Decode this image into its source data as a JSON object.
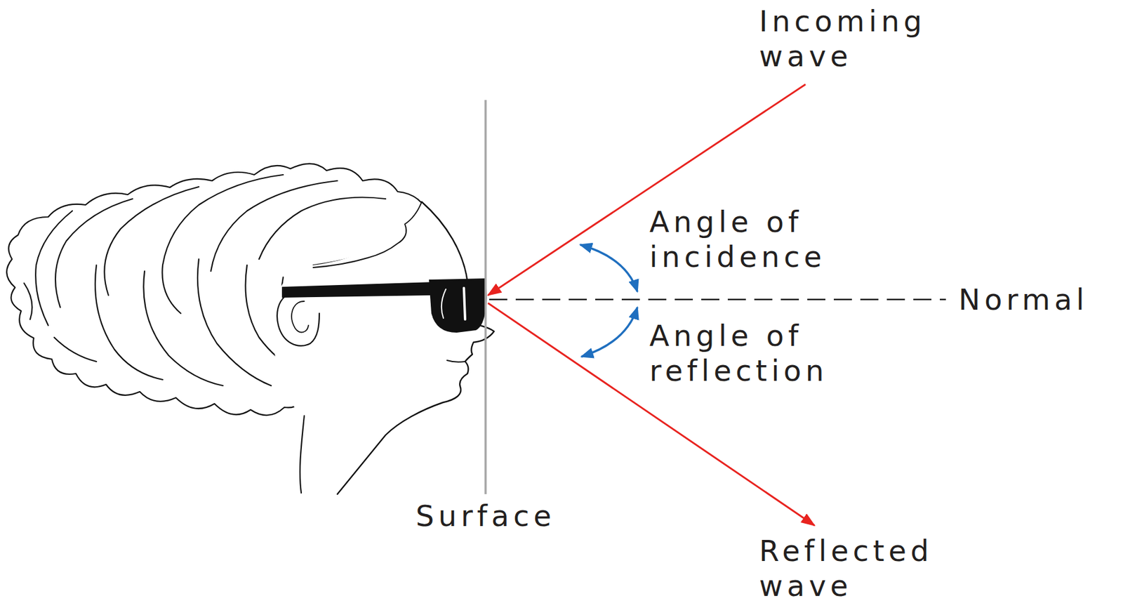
{
  "diagram": {
    "labels": [
      "Incoming wave",
      "Angle of incidence",
      "Normal",
      "Angle of reflection",
      "Surface",
      "Reflected wave"
    ]
  }
}
